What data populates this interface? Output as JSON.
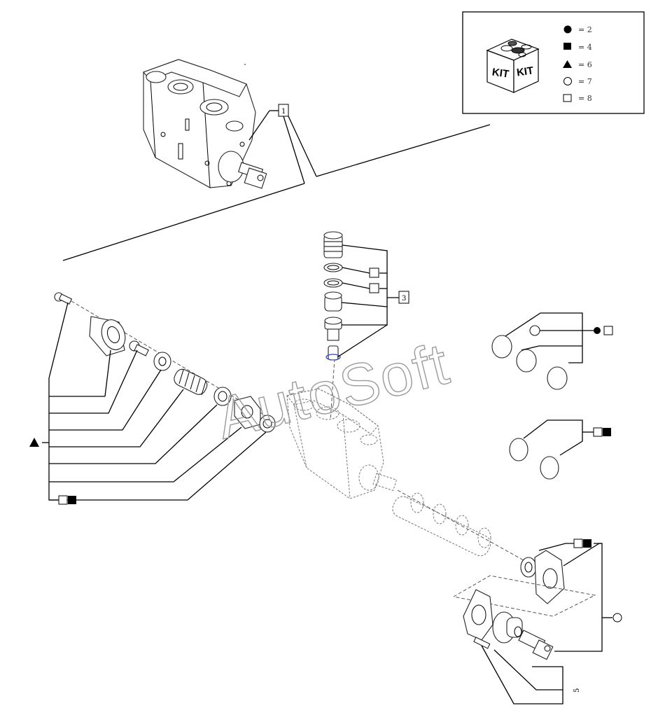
{
  "legend": {
    "kit_labels": [
      "KIT",
      "KIT"
    ],
    "items": [
      {
        "symbol": "filled-circle",
        "text": "= 2"
      },
      {
        "symbol": "filled-square",
        "text": "= 4"
      },
      {
        "symbol": "filled-triangle",
        "text": "= 6"
      },
      {
        "symbol": "open-circle",
        "text": "= 7"
      },
      {
        "symbol": "open-square",
        "text": "= 8"
      }
    ]
  },
  "callouts": {
    "valve_assembly": "1",
    "relief_group": "3",
    "fitting": "5"
  },
  "watermark": "AutoSoft",
  "colors": {
    "ink": "#000000",
    "ghost": "#777777",
    "watermark": "#9a9a9a"
  }
}
